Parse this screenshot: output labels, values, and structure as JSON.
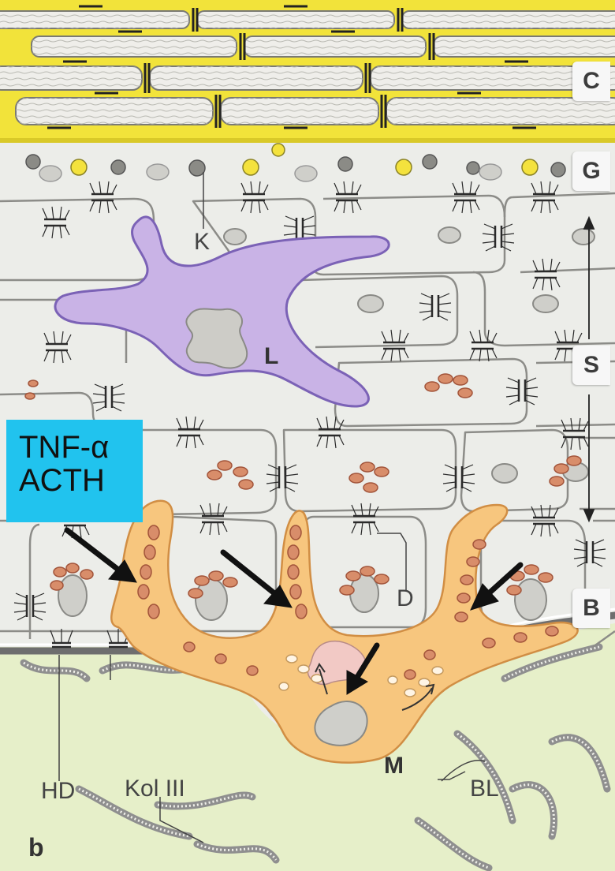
{
  "annotation": {
    "line1": "TNF-α",
    "line2": "ACTH"
  },
  "layer_labels": {
    "c": "C",
    "g": "G",
    "s": "S",
    "b": "B"
  },
  "structure_labels": {
    "k": "K",
    "l": "L",
    "d": "D",
    "m": "M",
    "hd": "HD",
    "kol": "Kol III",
    "bl": "BL",
    "panel": "b"
  },
  "colors": {
    "cytoplasm": "#ecede9",
    "membrane": "#8c8c88",
    "corneum_gold": "#f2e33a",
    "langerhans": "#c9b3e6",
    "melanocyte": "#f7c67e",
    "melanosome": "#d88d6a",
    "dermis": "#e6efc9",
    "basement_membrane": "#6e6e6e",
    "annotation_box": "#21c3ee"
  }
}
